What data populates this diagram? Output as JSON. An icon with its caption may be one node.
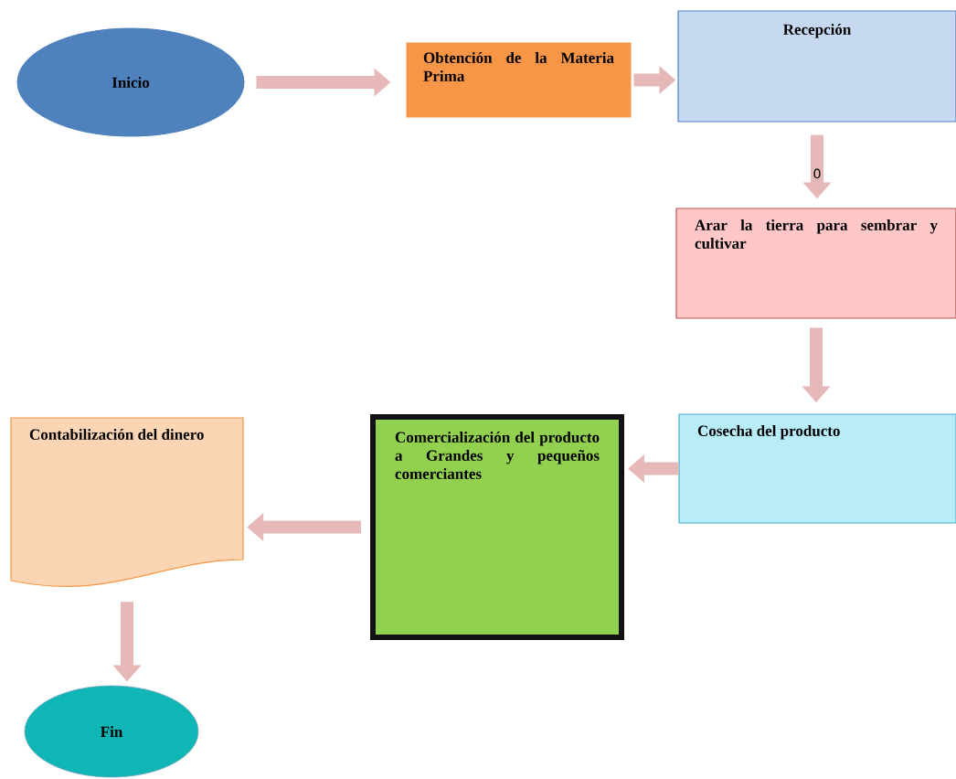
{
  "diagram": {
    "nodes": [
      {
        "text": [
          "Inicio"
        ]
      },
      {
        "text": [
          "Obtención de la Materia Prima"
        ]
      },
      {
        "text": [
          "Recepción"
        ]
      },
      {
        "text": [
          "Arar la tierra para sembrar y cultivar"
        ]
      },
      {
        "text": [
          "Cosecha del producto"
        ]
      },
      {
        "text": [
          "Comercialización del producto a Grandes y pequeños comerciantes"
        ]
      },
      {
        "text": [
          "Contabilización del dinero"
        ]
      },
      {
        "text": [
          "Fin"
        ]
      }
    ],
    "edges": [
      {
        "from": 0,
        "to": 1,
        "arrow": "to"
      },
      {
        "from": 1,
        "to": 2,
        "arrow": "to"
      },
      {
        "from": 2,
        "to": 3,
        "arrow": "to",
        "label": "0"
      },
      {
        "from": 3,
        "to": 4,
        "arrow": "to"
      },
      {
        "from": 4,
        "to": 5,
        "arrow": "to"
      },
      {
        "from": 5,
        "to": 6,
        "arrow": "to"
      },
      {
        "from": 6,
        "to": 7,
        "arrow": "to"
      }
    ]
  }
}
